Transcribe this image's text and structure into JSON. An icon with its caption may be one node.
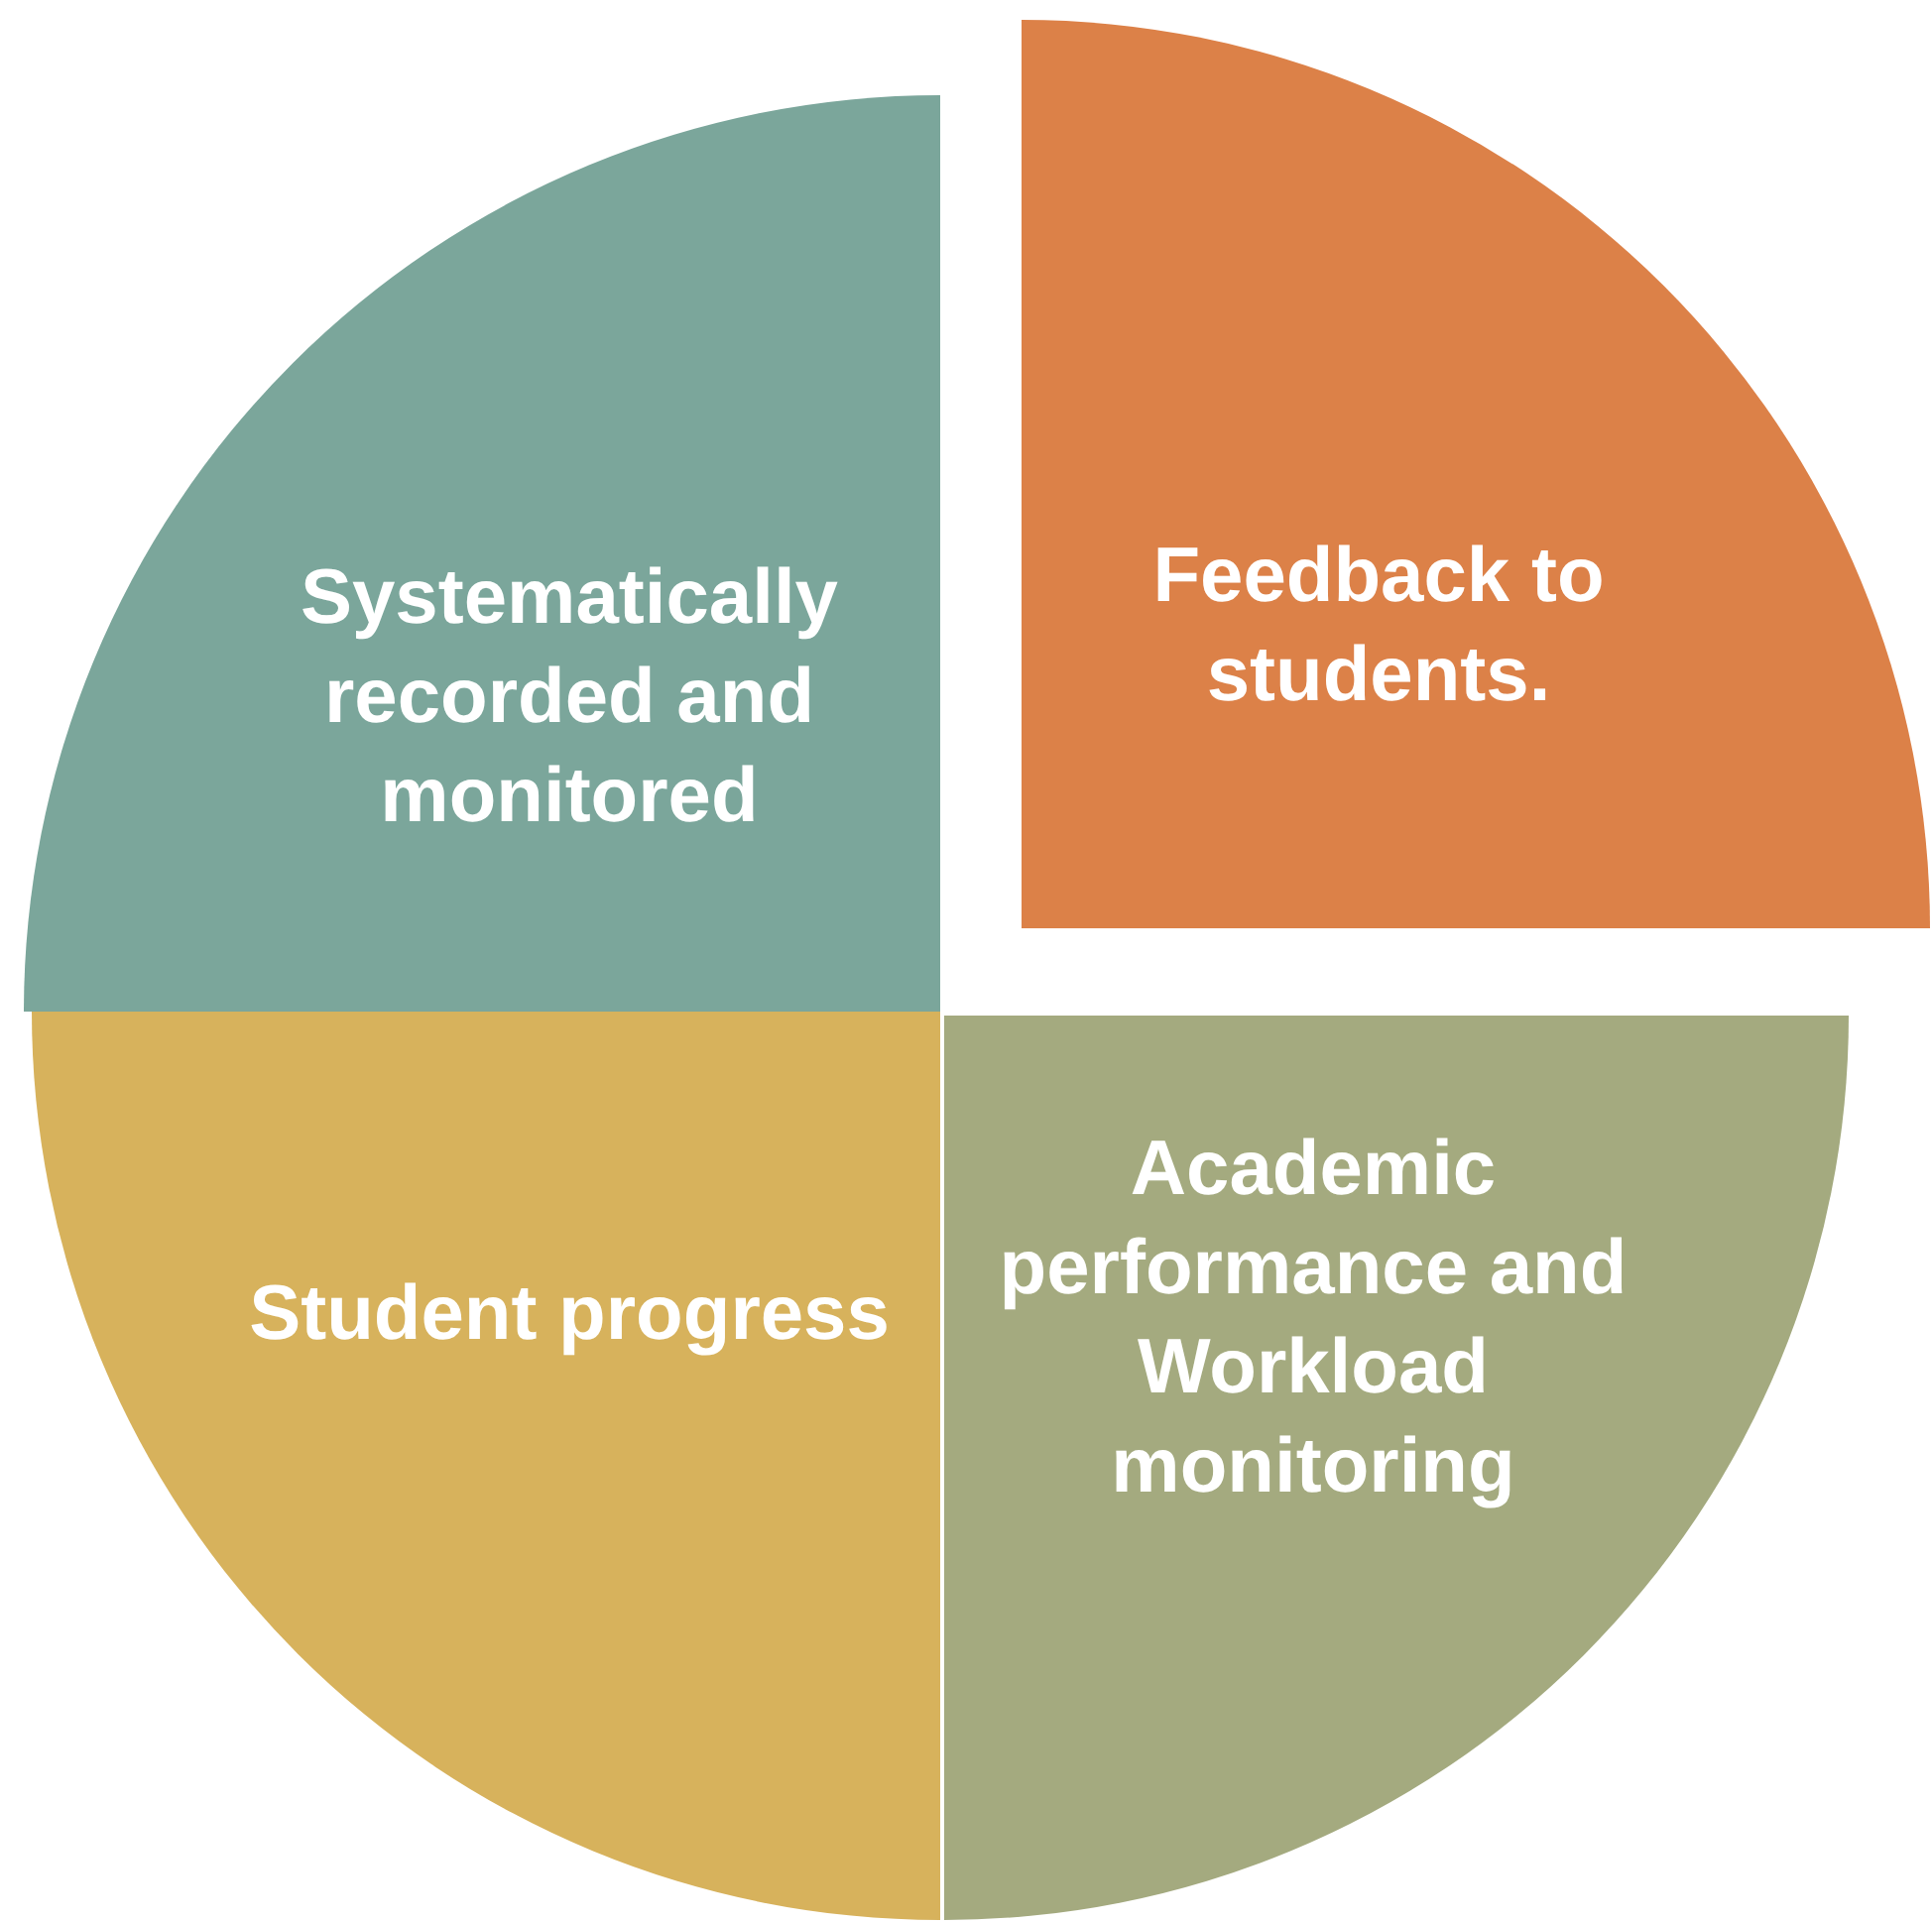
{
  "diagram": {
    "nodes": [
      {
        "text": [
          "Systematically recorded and monitored"
        ]
      },
      {
        "text": [
          "Feedback to students."
        ]
      },
      {
        "text": [
          "Student progress"
        ]
      },
      {
        "text": [
          "Academic performance and Workload monitoring"
        ]
      }
    ]
  }
}
